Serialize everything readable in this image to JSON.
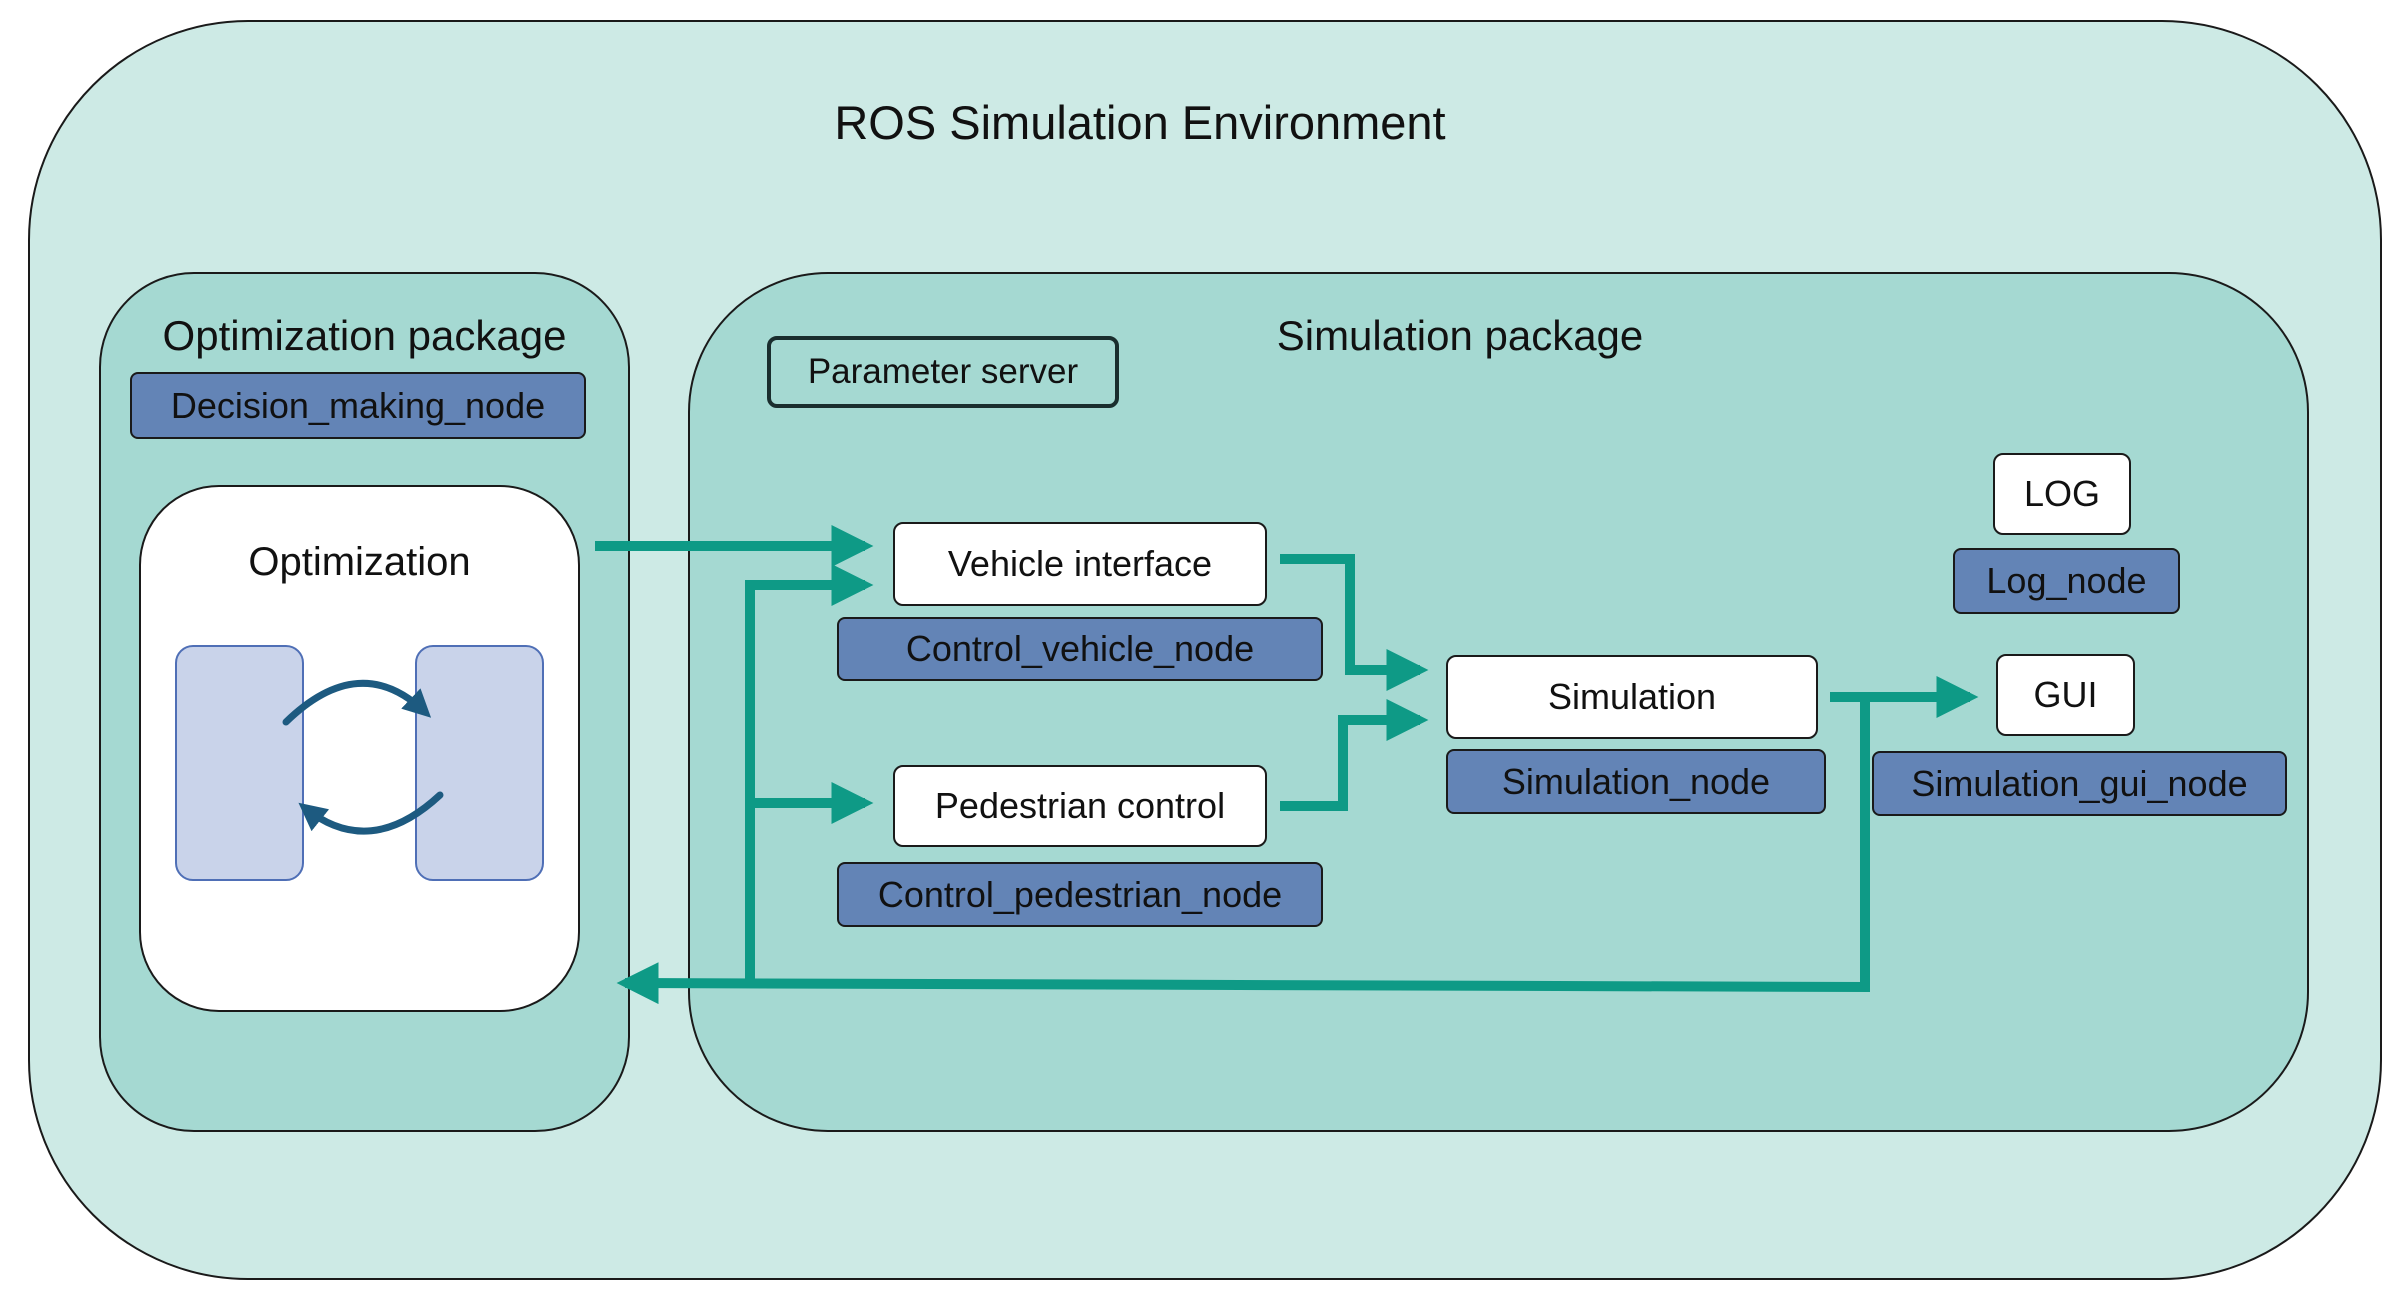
{
  "environment": {
    "title": "ROS Simulation Environment"
  },
  "optimization_package": {
    "title": "Optimization package",
    "node": "Decision_making_node",
    "card_label": "Optimization"
  },
  "simulation_package": {
    "title": "Simulation package",
    "parameter_server": "Parameter server",
    "vehicle_interface": {
      "label": "Vehicle interface",
      "node": "Control_vehicle_node"
    },
    "pedestrian_control": {
      "label": "Pedestrian control",
      "node": "Control_pedestrian_node"
    },
    "simulation": {
      "label": "Simulation",
      "node": "Simulation_node"
    },
    "log": {
      "label": "LOG",
      "node": "Log_node"
    },
    "gui": {
      "label": "GUI",
      "node": "Simulation_gui_node"
    }
  },
  "colors": {
    "environment_fill": "#cdeae5",
    "package_fill": "#a5d9d2",
    "node_tag_fill": "#6384b6",
    "arrow": "#0e9a86",
    "cycle_arrow": "#1d5a80"
  }
}
